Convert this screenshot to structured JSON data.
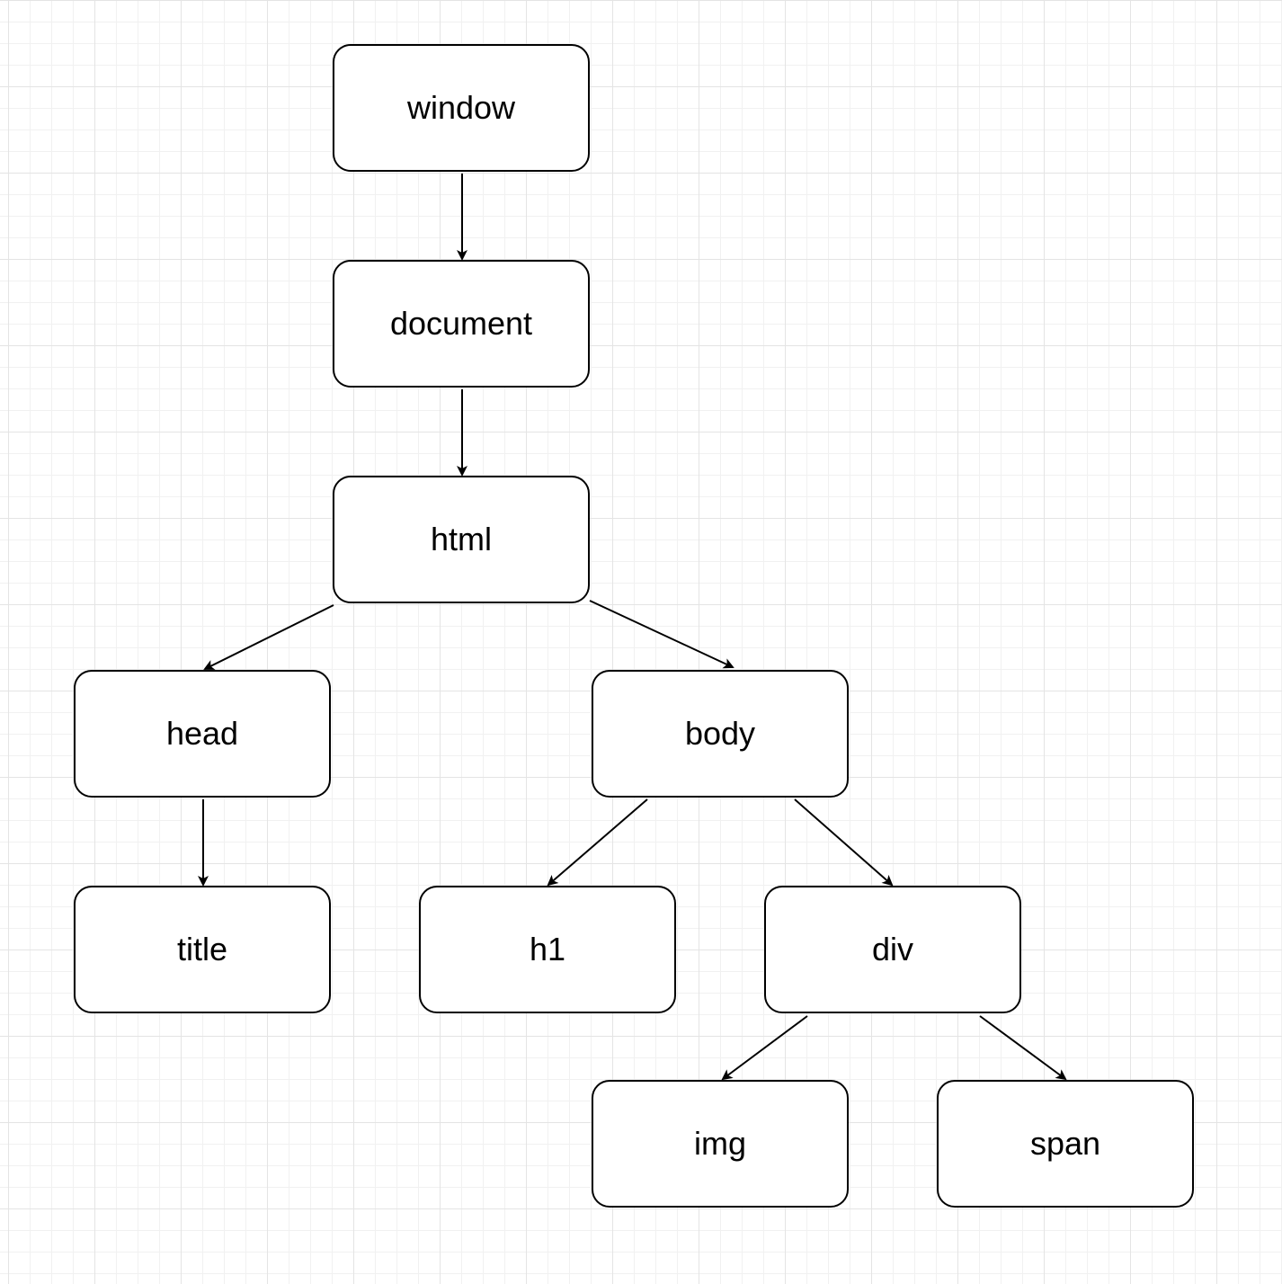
{
  "diagram": {
    "type": "tree",
    "colors": {
      "stroke": "#000000",
      "fill": "#ffffff",
      "grid": "#e4e4e4"
    },
    "nodes": {
      "window": "window",
      "document": "document",
      "html": "html",
      "head": "head",
      "body": "body",
      "title": "title",
      "h1": "h1",
      "div": "div",
      "img": "img",
      "span": "span"
    },
    "edges": [
      {
        "from": "window",
        "to": "document"
      },
      {
        "from": "document",
        "to": "html"
      },
      {
        "from": "html",
        "to": "head"
      },
      {
        "from": "html",
        "to": "body"
      },
      {
        "from": "head",
        "to": "title"
      },
      {
        "from": "body",
        "to": "h1"
      },
      {
        "from": "body",
        "to": "div"
      },
      {
        "from": "div",
        "to": "img"
      },
      {
        "from": "div",
        "to": "span"
      }
    ]
  }
}
